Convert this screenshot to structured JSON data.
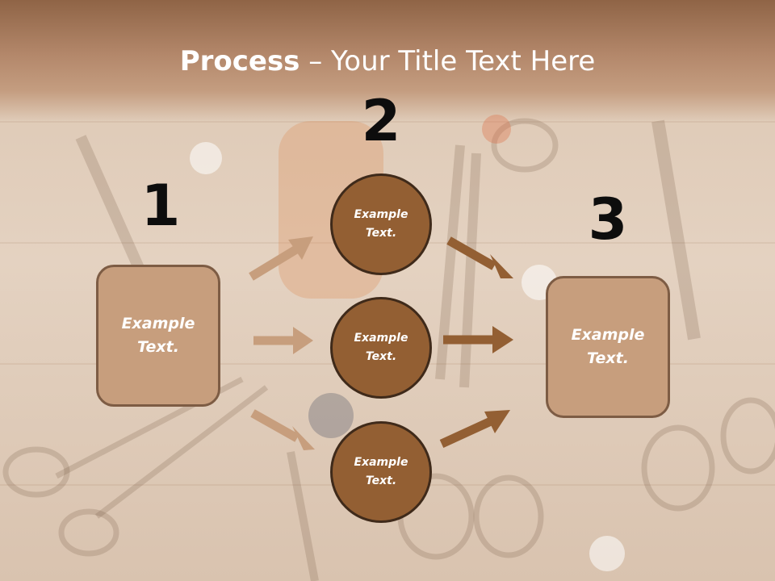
{
  "title": {
    "bold": "Process",
    "rest": " – Your Title Text Here"
  },
  "steps": [
    {
      "number": "1",
      "text": "Example Text."
    },
    {
      "number": "2",
      "text": "Example Text."
    },
    {
      "number": "3",
      "text": "Example Text."
    }
  ],
  "circles": [
    {
      "text": "Example Text."
    },
    {
      "text": "Example Text."
    },
    {
      "text": "Example Text."
    }
  ],
  "colors": {
    "box_fill": "#c79e7d",
    "box_border": "#7d5c44",
    "circle_fill": "#935f33",
    "circle_border": "#3f2a1a",
    "arrow_light": "#c79e7d",
    "arrow_dark": "#935f33"
  }
}
